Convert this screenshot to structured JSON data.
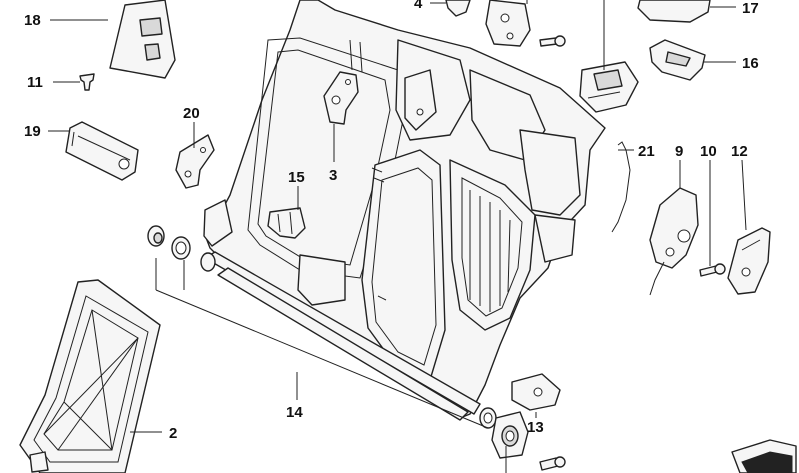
{
  "diagram": {
    "callouts": [
      "18",
      "11",
      "19",
      "20",
      "3",
      "15",
      "4",
      "17",
      "16",
      "21",
      "9",
      "10",
      "12",
      "2",
      "14",
      "13"
    ]
  },
  "colors": {
    "line": "#222222",
    "fill": "#f6f6f6",
    "shade": "#d9d9d9"
  }
}
